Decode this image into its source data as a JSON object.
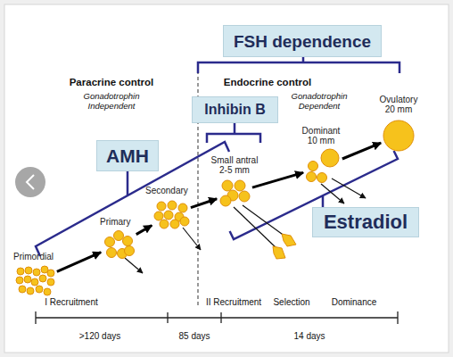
{
  "diagram": {
    "nodes": [
      {
        "text": [
          "FSH dependence"
        ]
      },
      {
        "text": [
          "Inhibin B"
        ]
      },
      {
        "text": [
          "AMH"
        ]
      },
      {
        "text": [
          "Estradiol"
        ]
      },
      {
        "text": [
          "Primordial"
        ]
      },
      {
        "text": [
          "Primary"
        ]
      },
      {
        "text": [
          "Secondary"
        ]
      },
      {
        "text": [
          "Small antral 2-5 mm"
        ]
      },
      {
        "text": [
          "Dominant 10 mm"
        ]
      },
      {
        "text": [
          "Ovulatory 20 mm"
        ]
      }
    ],
    "edges": [
      {
        "from": 4,
        "to": 5,
        "arrow": "to"
      },
      {
        "from": 5,
        "to": 6,
        "arrow": "to"
      },
      {
        "from": 6,
        "to": 7,
        "arrow": "to"
      },
      {
        "from": 7,
        "to": 8,
        "arrow": "to"
      },
      {
        "from": 8,
        "to": 9,
        "arrow": "to"
      }
    ],
    "labels": [
      "Paracrine control",
      "Gonadotrophin Independent",
      "Endocrine control",
      "Gonadotrophin Dependent",
      "I Recruitment",
      "II Recruitment",
      "Selection",
      "Dominance",
      ">120 days",
      "85 days",
      "14 days"
    ]
  }
}
